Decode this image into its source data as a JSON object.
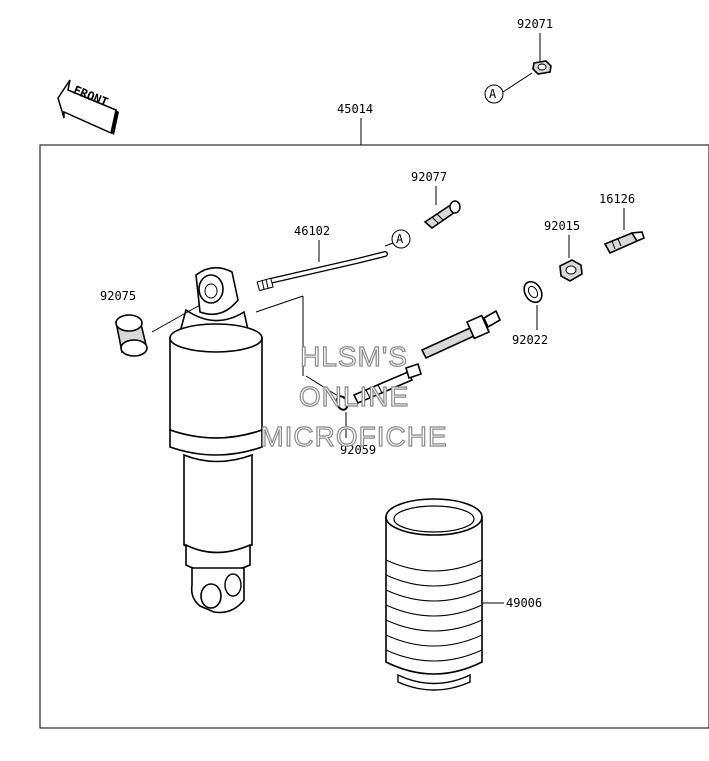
{
  "labels": {
    "front": "FRONT",
    "assembly": "45014",
    "p92071": "92071",
    "p92077": "92077",
    "p16126": "16126",
    "p46102": "46102",
    "p92015": "92015",
    "p92075": "92075",
    "p92022": "92022",
    "p92059": "92059",
    "p49006": "49006"
  },
  "callouts": {
    "ref_a_top": "A",
    "ref_a_hose": "A"
  },
  "watermark": {
    "line1": "HLSM'S",
    "line2": "ONLINE",
    "line3": "MICROFICHE"
  }
}
